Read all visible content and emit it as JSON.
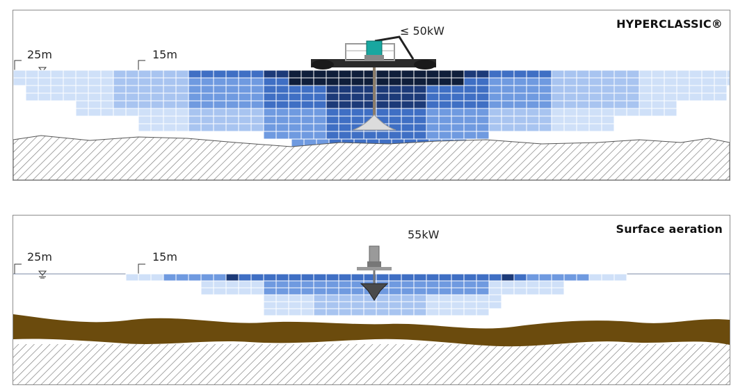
{
  "panels": [
    {
      "title": "HYPERCLASSIC®",
      "power": "≤ 50kW",
      "widths": [
        "25m",
        "15m"
      ],
      "ground": "hatched",
      "aerator": "hyperclassic-mixer"
    },
    {
      "title": "Surface aeration",
      "power": "55kW",
      "widths": [
        "25m",
        "15m"
      ],
      "ground": "sediment-over-hatched",
      "aerator": "surface-aerator"
    }
  ],
  "colors": {
    "water_shades": [
      "#0f1e3a",
      "#1c3a78",
      "#3f6fc4",
      "#6f9ae0",
      "#a8c4f0",
      "#cfe0f8"
    ],
    "sediment": "#6b4b0d",
    "frame": "#8c8c8c",
    "mixer_accent": "#19a7a0"
  }
}
